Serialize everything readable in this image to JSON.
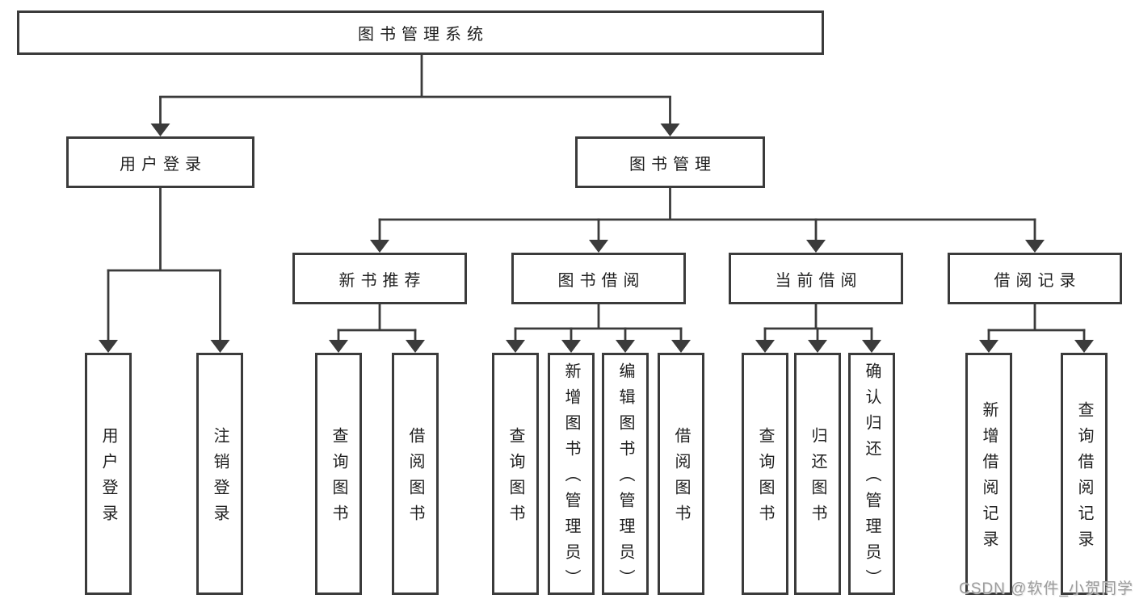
{
  "root": {
    "label": "图书管理系统"
  },
  "branches": {
    "user_login": {
      "label": "用户登录",
      "children": [
        {
          "label": "用户登录"
        },
        {
          "label": "注销登录"
        }
      ]
    },
    "book_management": {
      "label": "图书管理",
      "sections": [
        {
          "label": "新书推荐",
          "children": [
            {
              "label": "查询图书"
            },
            {
              "label": "借阅图书"
            }
          ]
        },
        {
          "label": "图书借阅",
          "children": [
            {
              "label": "查询图书"
            },
            {
              "label": "新增图书（管理员）"
            },
            {
              "label": "编辑图书（管理员）"
            },
            {
              "label": "借阅图书"
            }
          ]
        },
        {
          "label": "当前借阅",
          "children": [
            {
              "label": "查询图书"
            },
            {
              "label": "归还图书"
            },
            {
              "label": "确认归还（管理员）"
            }
          ]
        },
        {
          "label": "借阅记录",
          "children": [
            {
              "label": "新增借阅记录"
            },
            {
              "label": "查询借阅记录"
            }
          ]
        }
      ]
    }
  },
  "watermark": "CSDN @软件_小贺同学",
  "colors": {
    "line": "#3b3b3b",
    "text": "#1f1f1f",
    "watermark": "#9c9c9c",
    "background": "#ffffff"
  }
}
